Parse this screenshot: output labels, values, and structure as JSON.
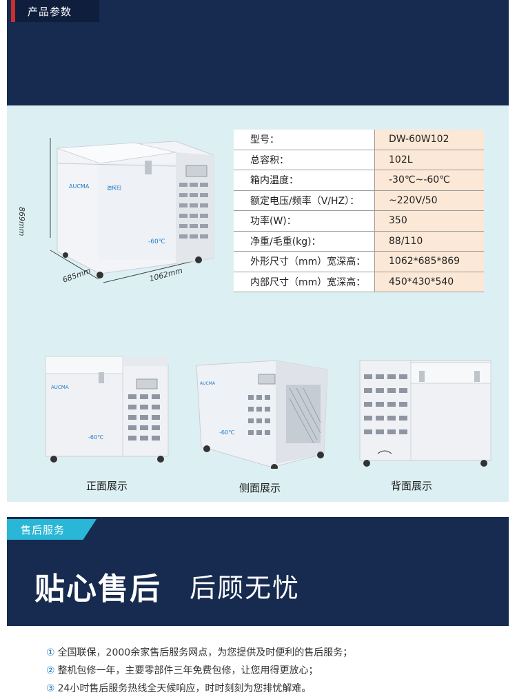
{
  "section_product": {
    "tab_label": "产品参数"
  },
  "specs": [
    {
      "label": "型号：",
      "value": "DW-60W102"
    },
    {
      "label": "总容积：",
      "value": "102L"
    },
    {
      "label": "箱内温度：",
      "value": "-30℃~-60℃"
    },
    {
      "label": "额定电压/频率（V/HZ）：",
      "value": "~220V/50"
    },
    {
      "label": "功率(W)：",
      "value": "350"
    },
    {
      "label": "净重/毛重(kg)：",
      "value": "88/110"
    },
    {
      "label": "外形尺寸（mm）宽深高：",
      "value": "1062*685*869"
    },
    {
      "label": "内部尺寸（mm）宽深高：",
      "value": "450*430*540"
    }
  ],
  "dimensions": {
    "height": "869mm",
    "depth": "685mm",
    "width": "1062mm"
  },
  "product": {
    "brand": "AUCMA",
    "brand_cn": "澳柯玛",
    "display": "-60℃"
  },
  "views": {
    "front": "正面展示",
    "side": "侧面展示",
    "back": "背面展示"
  },
  "section_service": {
    "tab_label": "售后服务",
    "title": "贴心售后",
    "subtitle": "后顾无忧",
    "notes": [
      {
        "num": "①",
        "text": "全国联保，2000余家售后服务网点，为您提供及时便利的售后服务；"
      },
      {
        "num": "②",
        "text": "整机包修一年，主要零部件三年免费包修，让您用得更放心；"
      },
      {
        "num": "③",
        "text": "24小时售后服务热线全天候响应，时时刻刻为您排忧解难。"
      }
    ]
  },
  "colors": {
    "navy": "#172a4f",
    "accent_red": "#c8302c",
    "accent_cyan": "#2ab6d6",
    "panel_bg": "#dcf0f3",
    "value_bg": "#fbe8d6"
  }
}
